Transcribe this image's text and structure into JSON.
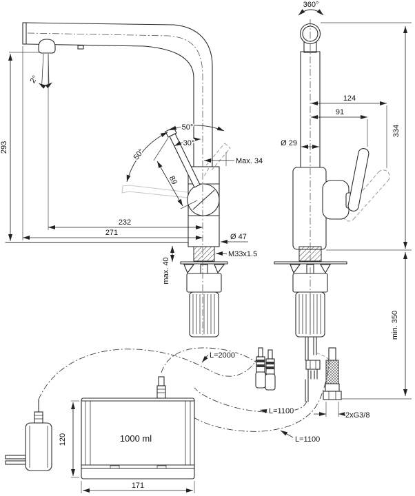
{
  "drawing": {
    "side_view": {
      "height": "293",
      "spray_angle": "2°",
      "swivel_up": "50°",
      "lever_open": "30°",
      "swivel_down": "50°",
      "lever_length": "89",
      "lever_clearance": "Max. 34",
      "reach_to_aerator": "232",
      "reach_total": "271",
      "body_diameter": "Ø 47",
      "mounting_thread": "M33x1.5",
      "deck_thickness": "max. 40"
    },
    "front_view": {
      "swivel_range": "360°",
      "handle_offset_max": "124",
      "handle_offset": "91",
      "column_diameter": "Ø 29",
      "height_above_deck": "334",
      "clearance_below": "min. 350"
    },
    "connections": {
      "power_cable": "L=2000",
      "hose_a": "L=1100",
      "hose_b": "L=1100",
      "supply_thread": "2xG3/8"
    },
    "tank": {
      "volume": "1000 ml",
      "height": "120",
      "width": "171"
    }
  }
}
